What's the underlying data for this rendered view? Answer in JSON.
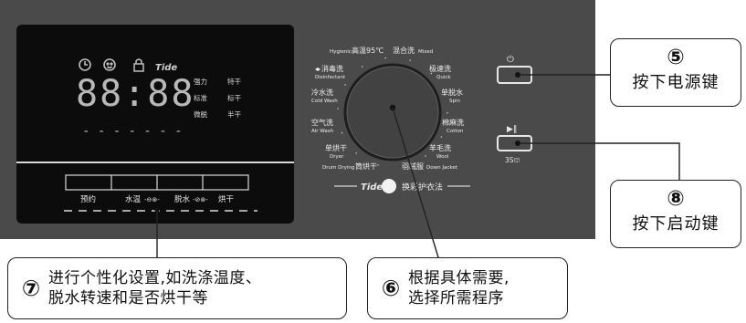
{
  "display": {
    "time_digits": "88:88",
    "dashes": "- - - - - - -",
    "icons": [
      "clock-icon",
      "smiley-icon",
      "lock-icon",
      "brand-logo-icon"
    ],
    "options_col1": [
      "强力",
      "标准",
      "微脱"
    ],
    "options_col2": [
      "特干",
      "标干",
      "半干"
    ]
  },
  "bottom_controls": {
    "labels": [
      "预约",
      "水温",
      "-⊖⊛-",
      "脱水",
      "-⊘⊛-",
      "烘干"
    ]
  },
  "dial": {
    "programs": [
      {
        "cn": "高温95℃",
        "en": "Hygienic"
      },
      {
        "cn": "混合洗",
        "en": "Mixed"
      },
      {
        "cn": "极速洗",
        "en": "Quick"
      },
      {
        "cn": "单脱水",
        "en": "Spin"
      },
      {
        "cn": "棉麻洗",
        "en": "Cotton"
      },
      {
        "cn": "羊毛洗",
        "en": "Wool"
      },
      {
        "cn": "羽绒服",
        "en": "Down Jacket"
      },
      {
        "cn": "筒烘干",
        "en": "Drum Drying"
      },
      {
        "cn": "单烘干",
        "en": "Dryer"
      },
      {
        "cn": "空气洗",
        "en": "Air Wash"
      },
      {
        "cn": "冷水洗",
        "en": "Cold Wash"
      },
      {
        "cn": "消毒洗",
        "en": "Disinfectant"
      }
    ],
    "brand_text": "换彩护衣法"
  },
  "buttons": {
    "power_symbol": "⏻",
    "start_symbol": "▶‖",
    "start_hold": "3S⛫"
  },
  "callouts": {
    "c5": {
      "num": "⑤",
      "text": "按下电源键"
    },
    "c8": {
      "num": "⑧",
      "text": "按下启动键"
    },
    "c7": {
      "num": "⑦",
      "text": "进行个性化设置,如洗涤温度、\n脱水转速和是否烘干等"
    },
    "c6": {
      "num": "⑥",
      "text": "根据具体需要,\n选择所需程序"
    }
  },
  "colors": {
    "panel": "#4a4a4a",
    "screen": "#0c0c0c",
    "digit": "#b8b8b8",
    "label": "#e8e8e8"
  }
}
